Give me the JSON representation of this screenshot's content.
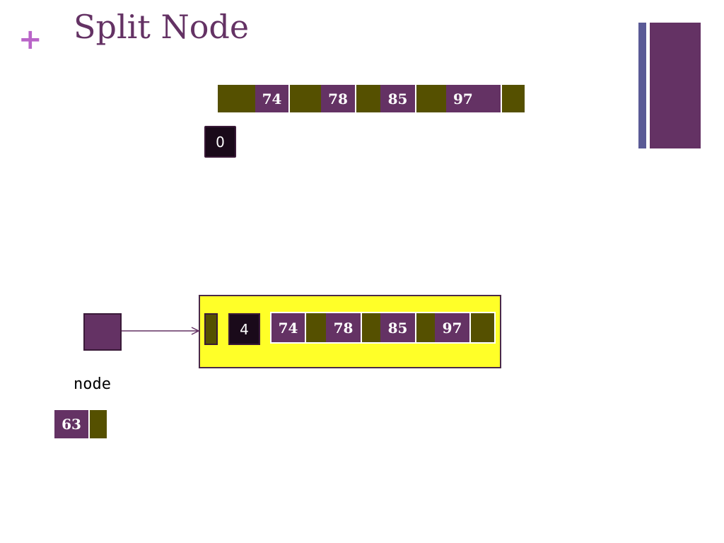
{
  "slide": {
    "title": "Split Node",
    "bullet_glyph": "+",
    "node_label": "node"
  },
  "colors": {
    "title": "#643264",
    "accent_plus": "#b964c8",
    "key_cell": "#643264",
    "pointer_cell": "#555000",
    "count_box": "#1a0a1a",
    "highlight": "#ffff28",
    "deco_thin": "#5a5a96",
    "deco_wide": "#643264",
    "arrow": "#643264"
  },
  "top_node": {
    "count": "0",
    "keys": [
      "74",
      "78",
      "85",
      "97"
    ]
  },
  "highlighted_node": {
    "count": "4",
    "keys": [
      "74",
      "78",
      "85",
      "97"
    ]
  },
  "pending_entry": {
    "key": "63"
  }
}
